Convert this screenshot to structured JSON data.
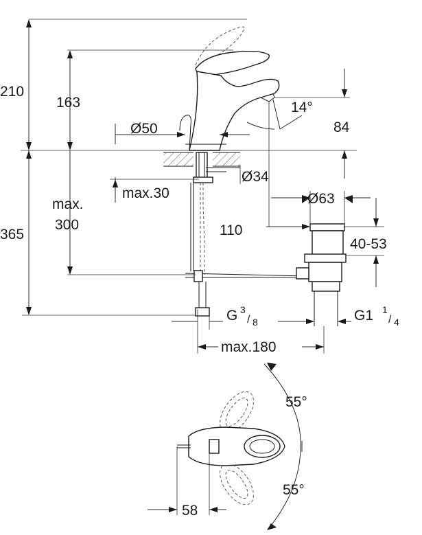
{
  "dimensions": {
    "height_total": "210",
    "height_spout": "163",
    "base_diameter": "Ø50",
    "spout_angle": "14°",
    "spout_height": "84",
    "hole_diameter": "Ø34",
    "deck_thickness_max": "max.30",
    "max_label": "max.",
    "max_value": "300",
    "total_below": "365",
    "offset_110": "110",
    "waste_diameter": "Ø63",
    "waste_range": "40-53",
    "inlet_thread_prefix": "G",
    "inlet_thread_num": "3",
    "inlet_thread_den": "8",
    "waste_thread_prefix": "G1",
    "waste_thread_num": "1",
    "waste_thread_den": "4",
    "max_180": "max.180",
    "rotation_top": "55°",
    "rotation_bottom": "55°",
    "top_offset": "58"
  }
}
